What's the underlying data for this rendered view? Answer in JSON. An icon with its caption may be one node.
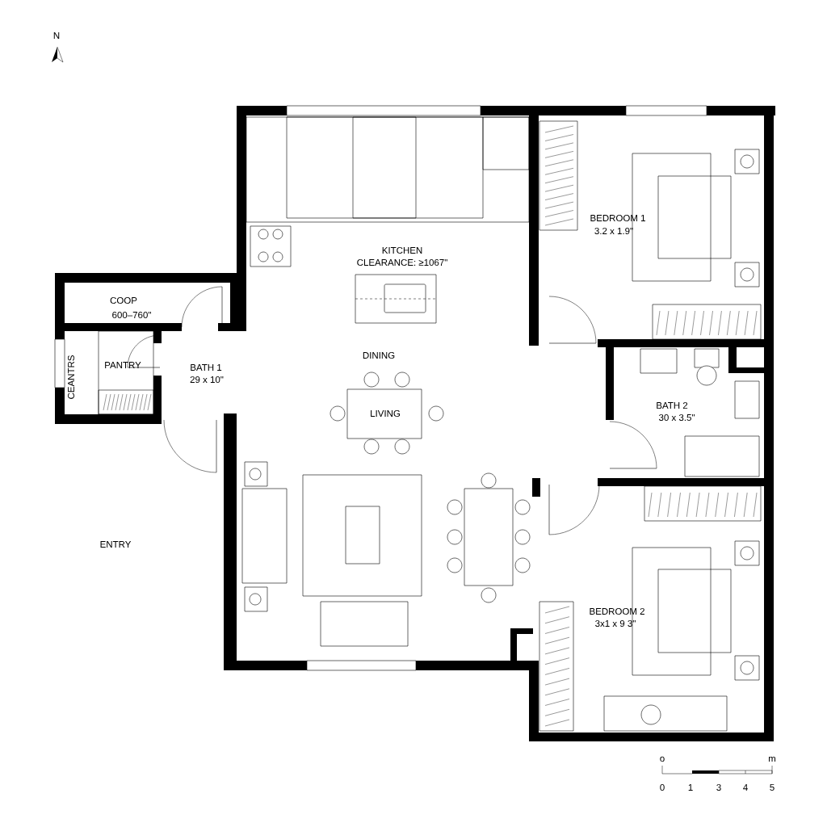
{
  "diagram": {
    "labels": [
      "N",
      "KITCHEN",
      "CLEARANCE: ≥1067\"",
      "BEDROOM 1",
      "3.2 x 1.9\"",
      "COOP",
      "600–760\"",
      "PANTRY",
      "CEANTRS",
      "BATH 1",
      "29 x 10\"",
      "DINING",
      "LIVING",
      "BATH 2",
      "30 x 3.5\"",
      "ENTRY",
      "BEDROOM 2",
      "3x1 x 9 3\"",
      "o",
      "m",
      "0",
      "1",
      "3",
      "4",
      "5"
    ]
  }
}
